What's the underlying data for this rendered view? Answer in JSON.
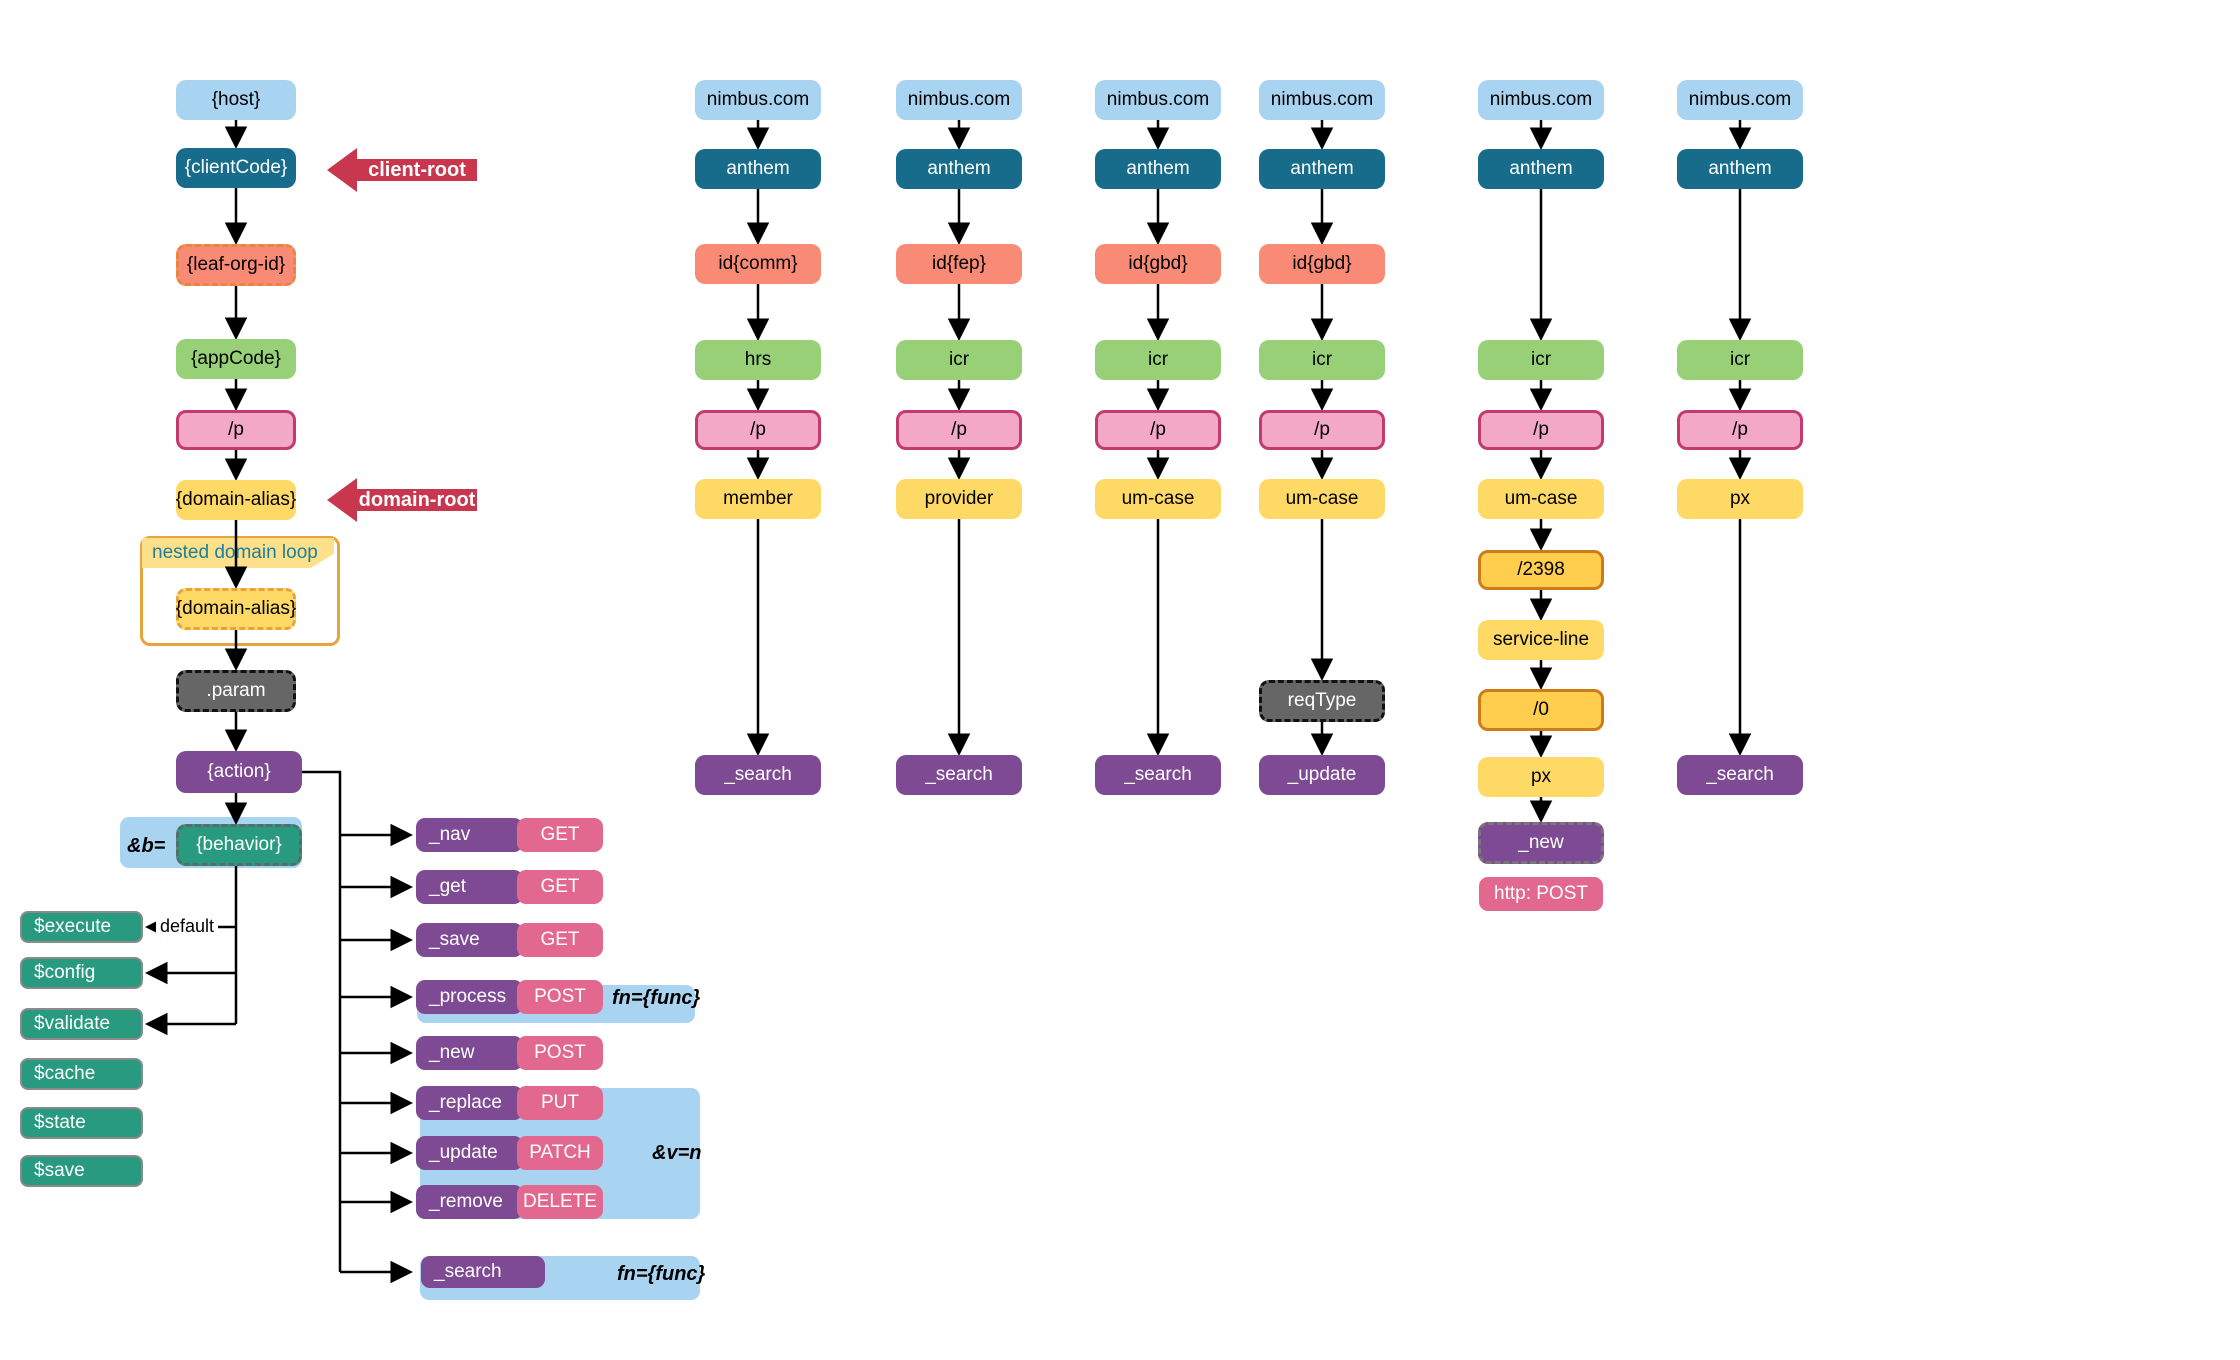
{
  "template_tree": {
    "host": "{host}",
    "clientCode": "{clientCode}",
    "leafOrgId": "{leaf-org-id}",
    "appCode": "{appCode}",
    "p": "/p",
    "domainAlias": "{domain-alias}",
    "domainAliasNested": "{domain-alias}",
    "param": ".param",
    "action": "{action}",
    "behavior": "{behavior}",
    "clientRootLabel": "client-root",
    "domainRootLabel": "domain-root",
    "nestedLoopLabel": "nested domain loop",
    "behaviorQueryPrefix": "&b=",
    "defaultLabel": "default",
    "versionQuery": "&v=n",
    "processFnQuery": "fn={func}",
    "searchFnQuery": "fn={func}"
  },
  "behaviors": [
    "$execute",
    "$config",
    "$validate",
    "$cache",
    "$state",
    "$save"
  ],
  "actions": [
    {
      "label": "_nav",
      "method": "GET"
    },
    {
      "label": "_get",
      "method": "GET"
    },
    {
      "label": "_save",
      "method": "GET"
    },
    {
      "label": "_process",
      "method": "POST"
    },
    {
      "label": "_new",
      "method": "POST"
    },
    {
      "label": "_replace",
      "method": "PUT"
    },
    {
      "label": "_update",
      "method": "PATCH"
    },
    {
      "label": "_remove",
      "method": "DELETE"
    },
    {
      "label": "_search",
      "method": ""
    }
  ],
  "columns": [
    {
      "nodes": [
        "nimbus.com",
        "anthem",
        "id{comm}",
        "hrs",
        "/p",
        "member",
        "_search"
      ]
    },
    {
      "nodes": [
        "nimbus.com",
        "anthem",
        "id{fep}",
        "icr",
        "/p",
        "provider",
        "_search"
      ]
    },
    {
      "nodes": [
        "nimbus.com",
        "anthem",
        "id{gbd}",
        "icr",
        "/p",
        "um-case",
        "_search"
      ]
    },
    {
      "nodes": [
        "nimbus.com",
        "anthem",
        "id{gbd}",
        "icr",
        "/p",
        "um-case",
        "reqType",
        "_update"
      ]
    },
    {
      "nodes": [
        "nimbus.com",
        "anthem",
        "icr",
        "/p",
        "um-case",
        "/2398",
        "service-line",
        "/0",
        "px",
        "_new",
        "http: POST"
      ]
    },
    {
      "nodes": [
        "nimbus.com",
        "anthem",
        "icr",
        "/p",
        "px",
        "_search"
      ]
    }
  ],
  "colors": {
    "host_blue": "#A9D4F1",
    "client_teal": "#166C8A",
    "salmon": "#F98B76",
    "green": "#97D077",
    "pink_fill": "#F2A8C6",
    "pink_border": "#C23B6E",
    "yellow": "#FFD966",
    "gold_fill": "#FFCE4F",
    "orange_border": "#CE7C1A",
    "gray": "#666666",
    "purple": "#7E4A93",
    "teal_green": "#279A80",
    "red_arrow": "#C8374D",
    "method_pink": "#E2688F",
    "panel_blue": "#A9D4F1"
  }
}
